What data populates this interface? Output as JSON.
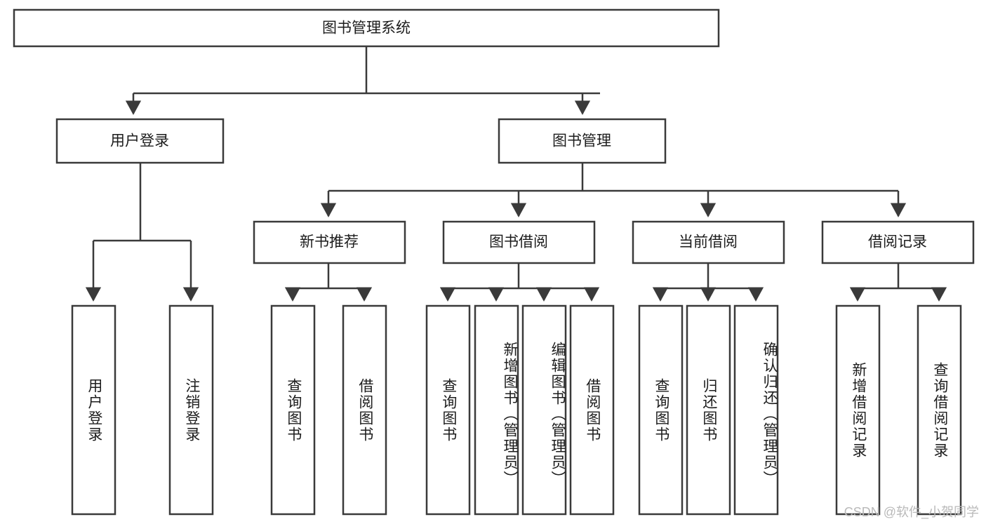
{
  "diagram": {
    "title": "图书管理系统",
    "type": "tree-hierarchy",
    "watermark": "CSDN @软件_小贺同学",
    "colors": {
      "box_stroke": "#3a3a3a",
      "box_fill": "#ffffff",
      "text": "#1c1c1c",
      "background": "#ffffff",
      "watermark": "#b9b9b9"
    },
    "root": {
      "label": "图书管理系统"
    },
    "level2": [
      {
        "label": "用户登录"
      },
      {
        "label": "图书管理"
      }
    ],
    "level3": [
      {
        "label": "新书推荐"
      },
      {
        "label": "图书借阅"
      },
      {
        "label": "当前借阅"
      },
      {
        "label": "借阅记录"
      }
    ],
    "leaves": {
      "user_login": [
        {
          "label": "用户登录"
        },
        {
          "label": "注销登录"
        }
      ],
      "new_book_recommend": [
        {
          "label": "查询图书"
        },
        {
          "label": "借阅图书"
        }
      ],
      "book_borrow": [
        {
          "label": "查询图书"
        },
        {
          "label": "新增图书（管理员）"
        },
        {
          "label": "编辑图书（管理员）"
        },
        {
          "label": "借阅图书"
        }
      ],
      "current_borrow": [
        {
          "label": "查询图书"
        },
        {
          "label": "归还图书"
        },
        {
          "label": "确认归还（管理员）"
        }
      ],
      "borrow_record": [
        {
          "label": "新增借阅记录"
        },
        {
          "label": "查询借阅记录"
        }
      ]
    }
  }
}
